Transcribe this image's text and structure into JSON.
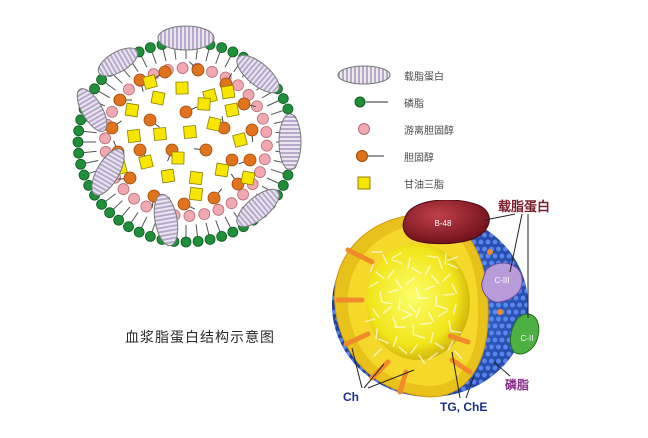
{
  "legend": {
    "apolipoprotein": "载脂蛋白",
    "phospholipid": "磷脂",
    "free_cholesterol": "游离胆固醇",
    "cholesterol_ester": "胆固醇",
    "triglyceride": "甘油三脂"
  },
  "caption": "血浆脂蛋白结构示意图",
  "model": {
    "apoprotein_label": "载脂蛋白",
    "phospholipid_label": "磷脂",
    "ch_label": "Ch",
    "tg_che_label": "TG, ChE",
    "apo_b48": "B-48",
    "apo_c3": "C-III",
    "apo_c2": "C-II"
  },
  "colors": {
    "phospholipid": "#1f8f3a",
    "free_cholesterol": "#f2a8b0",
    "cholesterol_ester": "#e0731c",
    "triglyceride": "#f7e600",
    "apo_label": "#7a1f2b",
    "phospho_label": "#8a2a8a",
    "tg_label": "#1c2f8a"
  }
}
